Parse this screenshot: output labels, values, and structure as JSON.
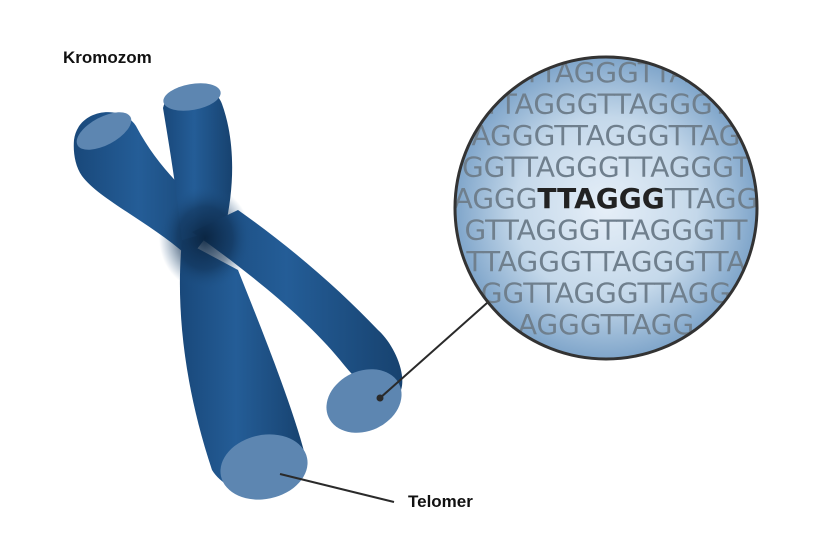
{
  "labels": {
    "chromosome": "Kromozom",
    "telomere": "Telomer"
  },
  "sequence": {
    "rows": [
      "TTAGGGTTA",
      "TTAGGGTTAGGGT",
      "AGGGTTAGGGTTAG",
      "GGTTAGGGTTAGGGT",
      "AGGGTTAGGGTTAGG",
      "GTTAGGGTTAGGGTT",
      "TTAGGGTTAGGGTTA",
      "GGTTAGGGTTAGG",
      "AGGGTTAGG"
    ],
    "highlight": {
      "row": 4,
      "before": "AGGG",
      "bold": "TTAGGG",
      "after": "TTAGG"
    }
  },
  "colors": {
    "chromosome": "#1f5489",
    "chromosome_dark": "#0d2a49",
    "telomere_cap": "#5d86b1",
    "magnifier_center": "#e4eef7",
    "magnifier_edge": "#86abcf",
    "magnifier_border": "#333333",
    "text_dim": "#6f7f8d",
    "text_bold": "#222222",
    "pointer": "#2a2a2a"
  }
}
